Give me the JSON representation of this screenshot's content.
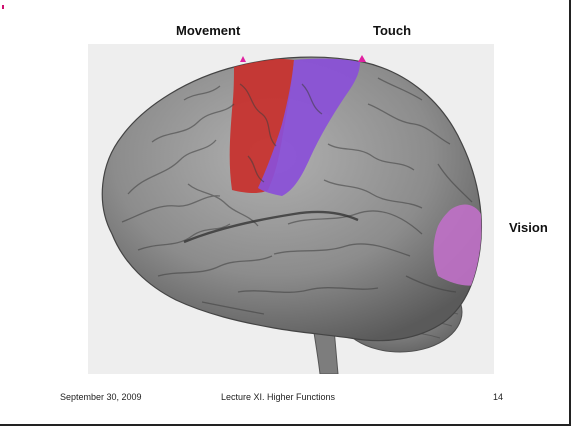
{
  "slide": {
    "labels": {
      "movement": "Movement",
      "touch": "Touch",
      "vision": "Vision"
    },
    "footer": {
      "date": "September 30, 2009",
      "lecture": "Lecture XI. Higher Functions",
      "page_number": "14"
    }
  },
  "colors": {
    "motor_cortex": "#c8302c",
    "somatosensory_cortex": "#8a4fd8",
    "visual_cortex": "#c070c8",
    "brain_tissue": "#8c8c8c",
    "figure_background": "#eeeeee"
  }
}
